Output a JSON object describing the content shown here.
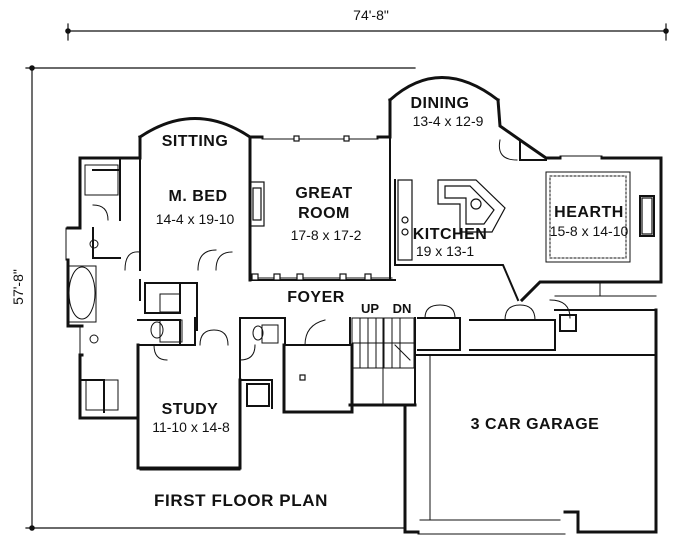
{
  "plan": {
    "overall_width": "74'-8\"",
    "overall_depth": "57'-8\"",
    "title": "FIRST FLOOR PLAN",
    "stairs": {
      "up": "UP",
      "down": "DN"
    },
    "rooms": {
      "dining": {
        "name": "DINING",
        "size": "13-4 x 12-9"
      },
      "sitting": {
        "name": "SITTING"
      },
      "m_bed": {
        "name": "M. BED",
        "size": "14-4 x 19-10"
      },
      "great_room": {
        "name_line1": "GREAT",
        "name_line2": "ROOM",
        "size": "17-8 x 17-2"
      },
      "kitchen": {
        "name": "KITCHEN",
        "size": "19 x 13-1"
      },
      "hearth": {
        "name": "HEARTH",
        "size": "15-8 x 14-10"
      },
      "foyer": {
        "name": "FOYER"
      },
      "study": {
        "name": "STUDY",
        "size": "11-10 x 14-8"
      },
      "garage": {
        "name": "3 CAR GARAGE"
      }
    }
  }
}
